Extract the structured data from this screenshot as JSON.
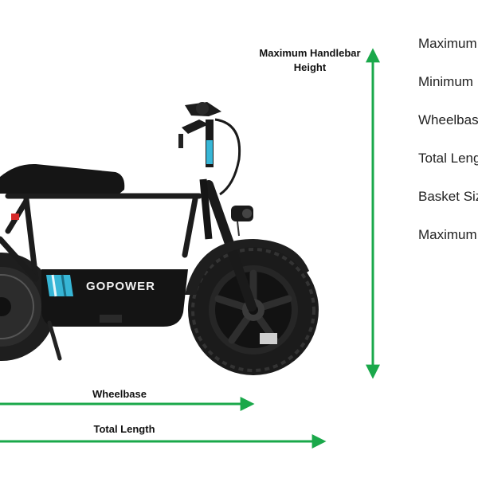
{
  "dimension_labels": {
    "handlebar_height": "Maximum Handlebar Height",
    "wheelbase": "Wheelbase",
    "total_length": "Total Length"
  },
  "spec_list": [
    "Maximum",
    "Minimum",
    "Wheelbas",
    "Total Leng",
    "Basket Siz",
    "Maximum"
  ],
  "brand_logo": "GOPOWER",
  "colors": {
    "arrow_green": "#1aa84a",
    "bike_body": "#1c1c1c",
    "accent_cyan": "#37b6d6"
  }
}
